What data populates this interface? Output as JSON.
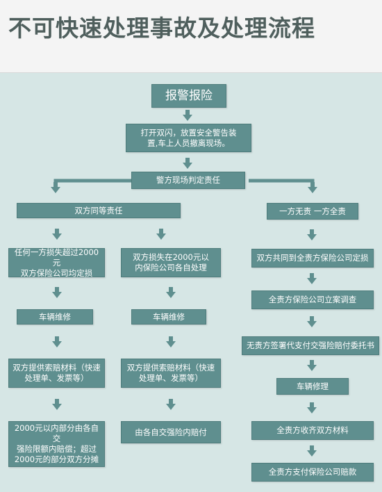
{
  "title": "不可快速处理事故及处理流程",
  "nodes": {
    "report": "报警报险",
    "hazard_1": "打开双闪，放置安全警告装",
    "hazard_2": "置,车上人员撤离现场。",
    "police": "警方现场判定责任",
    "equal": "双方同等责任",
    "one_sided": "一方无责  一方全责",
    "over_2000_1": "任何一方损失超过2000元",
    "over_2000_2": "双方保险公司均定损",
    "under_2000_1": "双方损失在2000元以",
    "under_2000_2": "内保险公司各自处理",
    "fault_assess": "双方共同到全责方保险公司定损",
    "repair_left": "车辆维修",
    "repair_mid": "车辆维修",
    "insurer_investigate": "全责方保险公司立案调查",
    "materials_left_1": "双方提供索赔材料（快速",
    "materials_left_2": "处理单、发票等）",
    "materials_mid_1": "双方提供索赔材料（快速",
    "materials_mid_2": "处理单、发票等）",
    "proxy_claim": "无责方签署代支付交强险赔付委托书",
    "repair_right": "车辆修理",
    "split_1": "2000元以内部分由各自交",
    "split_2": "强险限额内赔偿；超过",
    "split_3": "2000元的部分双方分摊",
    "own_insurance": "由各自交强险内赔付",
    "collect_materials": "全责方收齐双方材料",
    "final_payment": "全责方支付保险公司赔款"
  },
  "colors": {
    "box": "#5f8f8f",
    "arrow": "#5f8f8f",
    "background": "#d6e6e5"
  }
}
